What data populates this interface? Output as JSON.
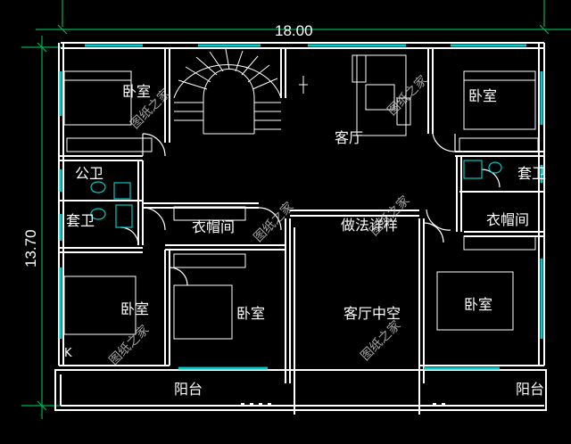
{
  "dimensions": {
    "width": "18.00",
    "height": "13.70"
  },
  "rooms": {
    "bedroom_nw": "卧室",
    "stair": "",
    "living": "客厅",
    "bedroom_ne": "卧室",
    "public_bath": "公卫",
    "ensuite_w": "套卫",
    "ensuite_e": "套卫",
    "closet_w": "衣帽间",
    "closet_e": "衣帽间",
    "tea_area": "做法详样",
    "bedroom_sw": "卧室",
    "bedroom_s": "卧室",
    "void": "客厅中空",
    "bedroom_se": "卧室",
    "balcony_w": "阳台",
    "balcony_e": "阳台"
  },
  "marker": "K",
  "watermark": "图纸之家",
  "colors": {
    "wall": "#ffffff",
    "window": "#00c8c8",
    "dimension": "#00b050",
    "stair": "#ffffff"
  }
}
